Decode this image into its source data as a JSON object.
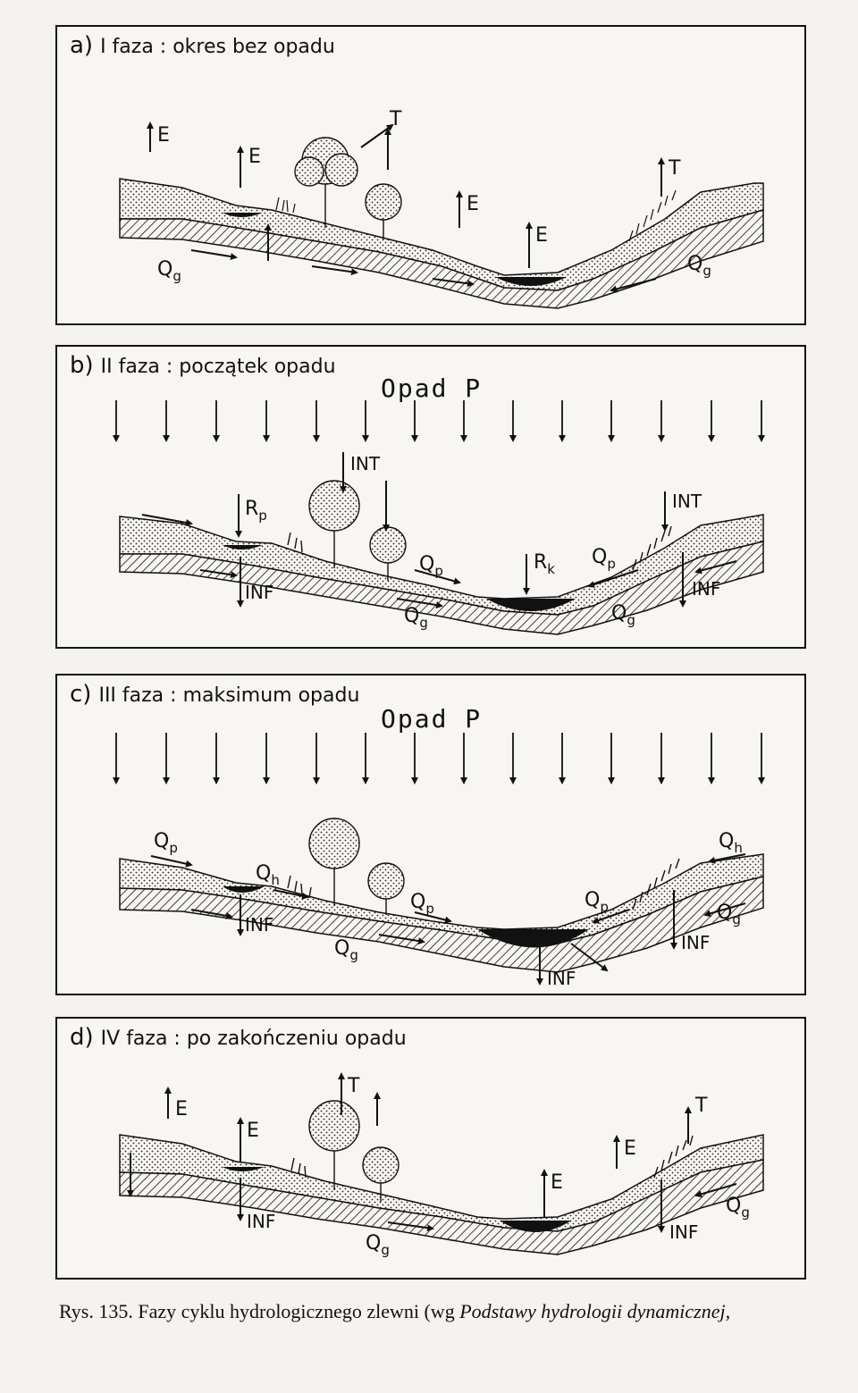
{
  "panels": [
    {
      "letter": "a)",
      "title": "I faza : okres bez opadu"
    },
    {
      "letter": "b)",
      "title": "II faza : początek opadu",
      "precip": "Opad  P"
    },
    {
      "letter": "c)",
      "title": "III faza : maksimum opadu",
      "precip": "Opad  P"
    },
    {
      "letter": "d)",
      "title": "IV faza : po zakończeniu opadu"
    }
  ],
  "labels": {
    "E": "E",
    "T": "T",
    "Q": "Q",
    "g": "g",
    "p": "p",
    "h": "h",
    "R": "R",
    "k": "k",
    "INT": "INT",
    "INF": "INF"
  },
  "caption": {
    "prefix": "Rys. 135. Fazy cyklu hydrologicznego zlewni (wg ",
    "italic": "Podstawy hydrologii dynamicznej,"
  },
  "colors": {
    "ink": "#111111",
    "paper": "#f7f6f2"
  }
}
